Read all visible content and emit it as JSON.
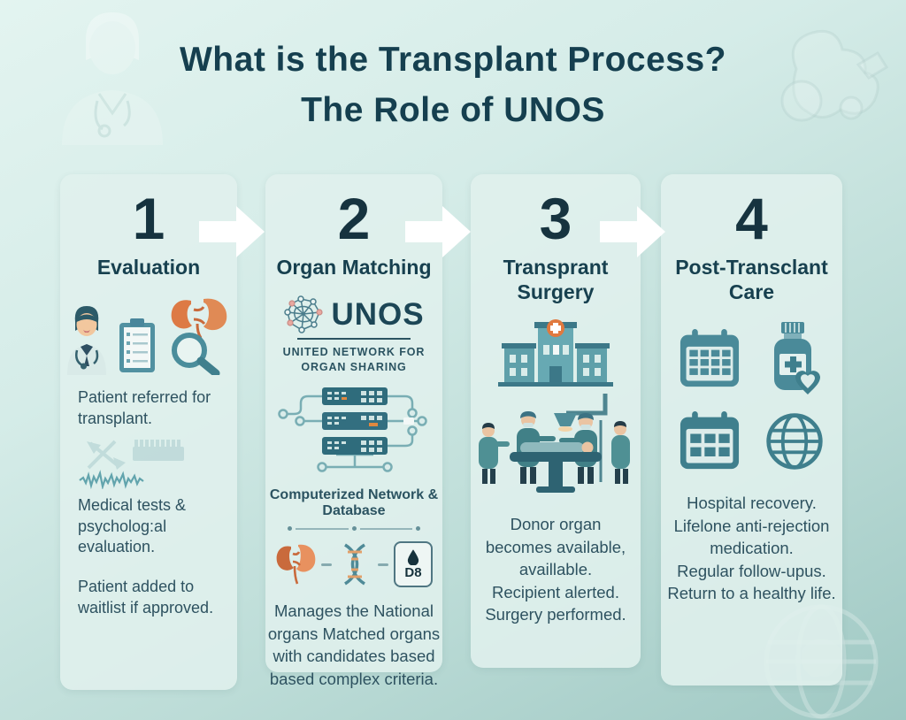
{
  "title": {
    "line1": "What is the Transplant Process?",
    "line2": "The Role of UNOS"
  },
  "colors": {
    "heading": "#17404f",
    "body_text": "#2e5260",
    "panel": "#e0f0ed",
    "arrow": "#ffffff",
    "accent_orange": "#e0793f",
    "accent_teal": "#4a8a99"
  },
  "arrow_icon": "arrow-right-icon",
  "steps": [
    {
      "number": "1",
      "title": "Evaluation",
      "icons": [
        "doctor-icon",
        "clipboard-checklist-icon",
        "kidney-magnifier-icon"
      ],
      "paragraphs": [
        "Patient referred for transplant.",
        "Medical tests & psycholog:al evaluation.",
        "Patient added to waitlist if approved."
      ]
    },
    {
      "number": "2",
      "title": "Organ Matching",
      "icons": [
        "unos-network-icon",
        "server-network-icon",
        "kidney-icon",
        "dna-icon",
        "blood-type-card-icon"
      ],
      "unos_name": "UNOS",
      "unos_subtitle_line1": "UNITED NETWORK FOR",
      "unos_subtitle_line2": "ORGAN SHARING",
      "network_caption": "Computerized Network & Database",
      "blood_type_label": "D8",
      "lines": [
        "Manages the National",
        "organs Matched organs",
        "with candidates based",
        "based complex criteria."
      ]
    },
    {
      "number": "3",
      "title": "Transprant Surgery",
      "icons": [
        "hospital-icon",
        "operating-room-icon"
      ],
      "lines": [
        "Donor organ",
        "becomes available,",
        "availlable.",
        "Recipient alerted.",
        "Surgery performed."
      ]
    },
    {
      "number": "4",
      "title": "Post-Transclant Care",
      "icons": [
        "calendar-icon",
        "medication-bottle-heart-icon",
        "calendar-icon",
        "globe-icon"
      ],
      "lines": [
        "Hospital recovery.",
        "Lifelone anti-rejection",
        "medication.",
        "Regular follow-upus.",
        "Return to a healthy life."
      ]
    }
  ]
}
